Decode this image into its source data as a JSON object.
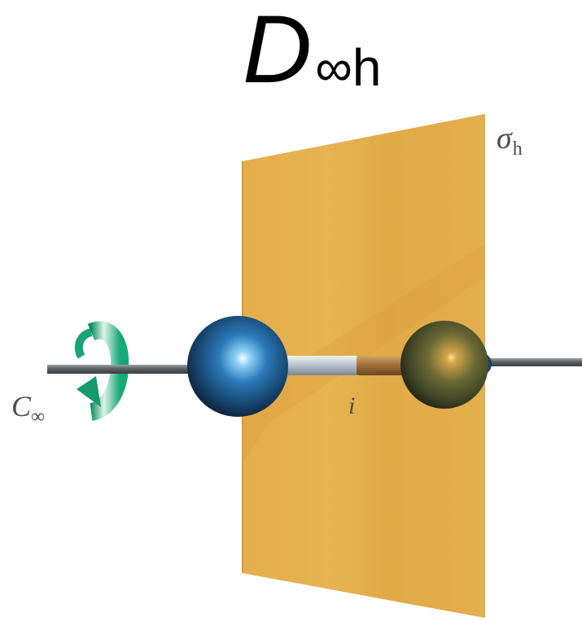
{
  "title": {
    "main": "D",
    "subscript": "∞h"
  },
  "labels": {
    "sigma_symbol": "σ",
    "sigma_subscript": "h",
    "axis_symbol": "C",
    "axis_subscript": "∞",
    "inversion": "i"
  },
  "colors": {
    "mirror_plane": "#e2ac4a",
    "axis_rod": "#6b6e70",
    "atom_left": "#1c5f93",
    "atom_right": "#5b5a2c",
    "rotation_arrow": "#1aa87a",
    "bond_left": "#c9d0da",
    "bond_right": "#a6753f"
  },
  "elements": {
    "rotation_symbol": "rotation-arrow-icon"
  }
}
